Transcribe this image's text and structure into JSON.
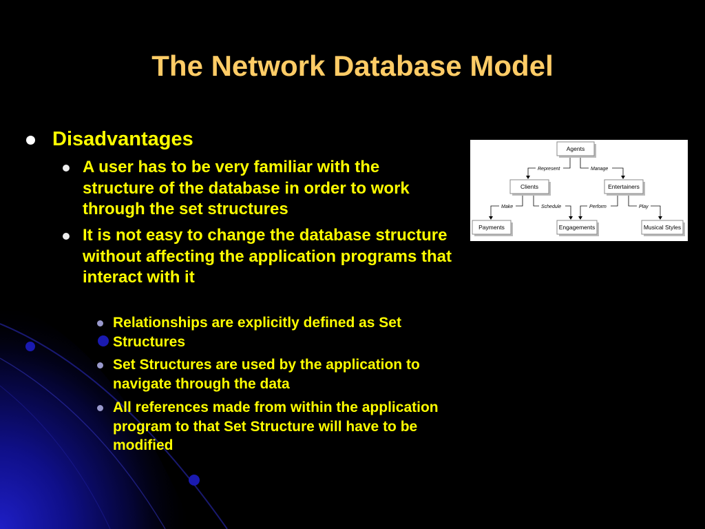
{
  "slide": {
    "title": "The Network Database Model",
    "colors": {
      "background": "#000000",
      "title": "#FFCC66",
      "body_text": "#FFFF00",
      "accent_blue": "#1A1AB0"
    }
  },
  "bullets": {
    "l1": "Disadvantages",
    "b1": "A user has to be very familiar with the structure of the database in order to work through the set structures",
    "b2": "It is not easy to change the database structure without affecting the application programs that interact with it",
    "s1": "Relationships are explicitly defined as Set Structures",
    "s2": "Set Structures are used by the application to navigate through the data",
    "s3": "All references made from within the application program to that Set Structure will have to be modified"
  },
  "diagram": {
    "nodes": {
      "agents": "Agents",
      "clients": "Clients",
      "entertainers": "Entertainers",
      "payments": "Payments",
      "engagements": "Engagements",
      "musical_styles": "Musical Styles"
    },
    "edges": {
      "represent": "Represent",
      "manage": "Manage",
      "make": "Make",
      "schedule": "Schedule",
      "perform": "Perform",
      "play": "Play"
    }
  }
}
